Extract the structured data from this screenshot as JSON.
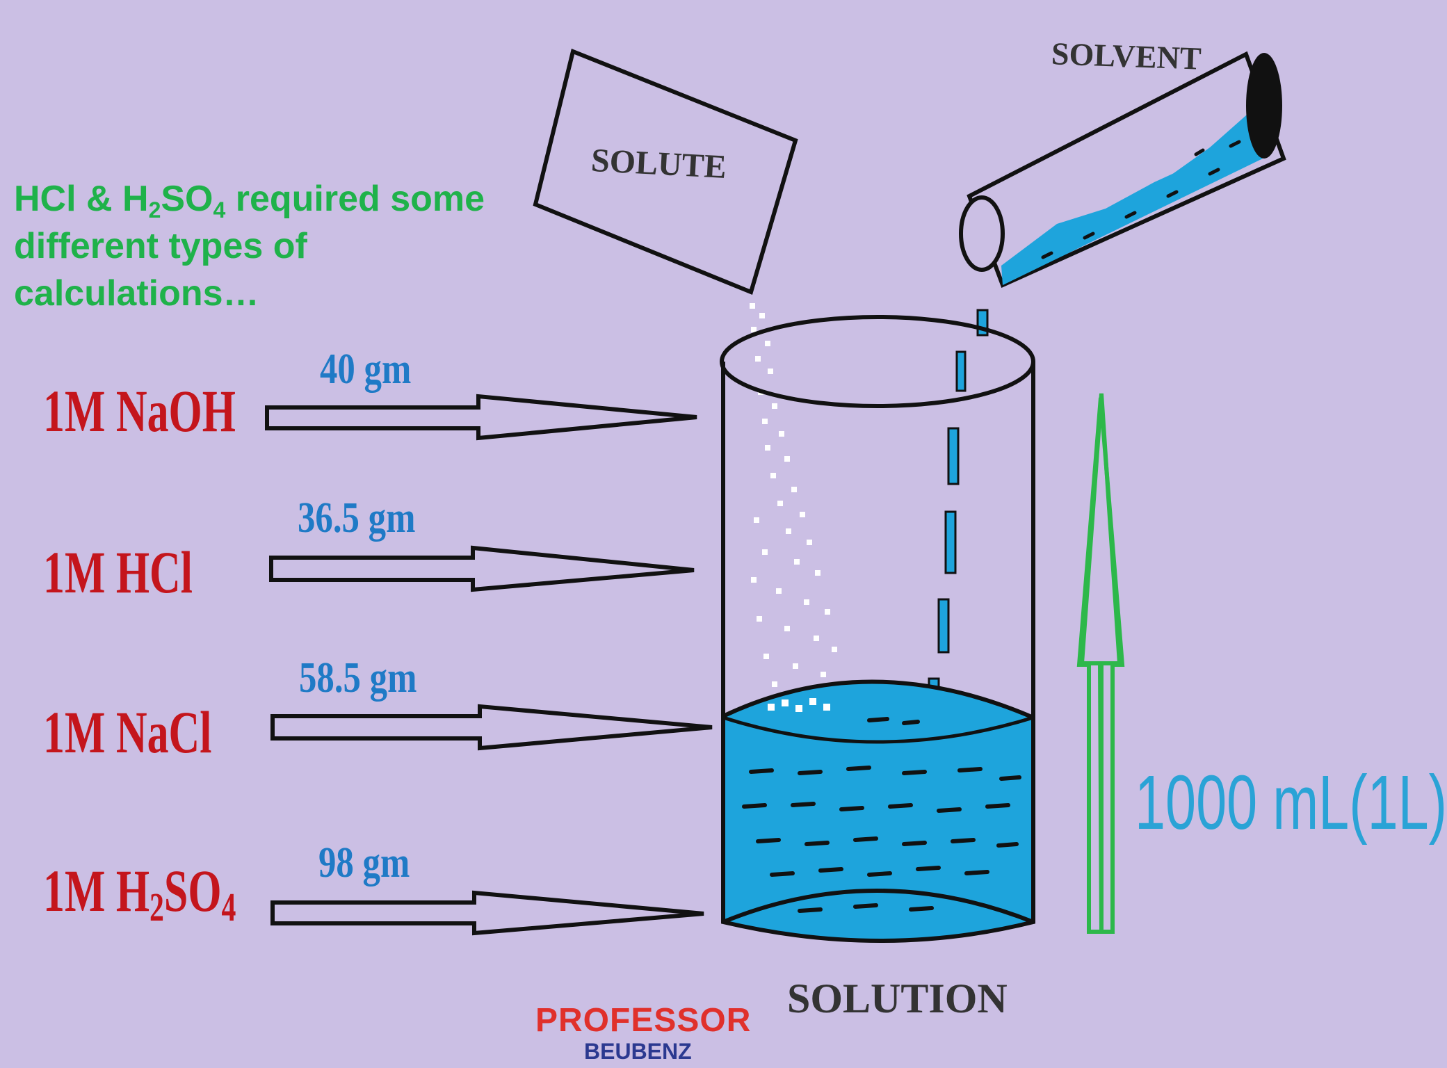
{
  "note": {
    "prefix": "HCl & H",
    "sub1": "2",
    "mid": "SO",
    "sub2": "4",
    "suffix": " required some different types of calculations…"
  },
  "rows": [
    {
      "formula": "1M NaOH",
      "mass": "40 gm"
    },
    {
      "formula": "1M HCl",
      "mass": "36.5 gm"
    },
    {
      "formula": "1M NaCl",
      "mass": "58.5 gm"
    },
    {
      "formula_prefix": "1M H",
      "formula_sub1": "2",
      "formula_mid": "SO",
      "formula_sub2": "4",
      "mass": "98 gm"
    }
  ],
  "labels": {
    "solute": "SOLUTE",
    "solvent": "SOLVENT",
    "solution": "SOLUTION",
    "volume": "1000 mL(1L)"
  },
  "brand": {
    "line1": "PROFESSOR",
    "line2": "BEUBENZ"
  },
  "colors": {
    "background": "#cbbfe4",
    "formula": "#c4151c",
    "mass": "#1f7ac6",
    "note": "#1fb24a",
    "water": "#1ea4dc",
    "volume_arrow": "#2db84a"
  }
}
